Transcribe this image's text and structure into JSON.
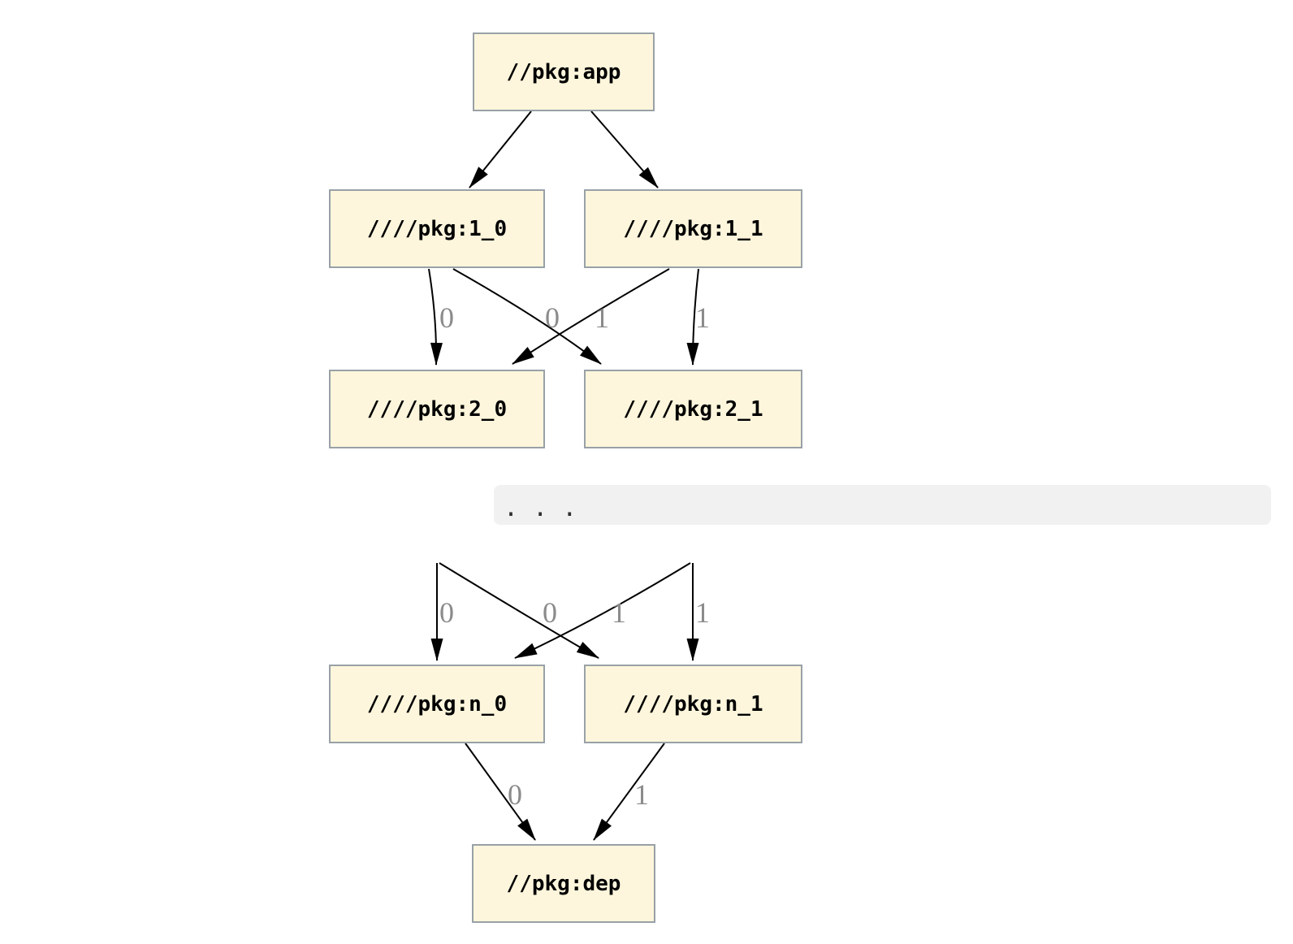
{
  "diagram": {
    "nodes": {
      "app": {
        "label": "//pkg:app"
      },
      "r1_0": {
        "label": "////pkg:1_0"
      },
      "r1_1": {
        "label": "////pkg:1_1"
      },
      "r2_0": {
        "label": "////pkg:2_0"
      },
      "r2_1": {
        "label": "////pkg:2_1"
      },
      "rn_0": {
        "label": "////pkg:n_0"
      },
      "rn_1": {
        "label": "////pkg:n_1"
      },
      "dep": {
        "label": "//pkg:dep"
      }
    },
    "edges": [
      {
        "from": "app",
        "to": "1_0",
        "label": ""
      },
      {
        "from": "app",
        "to": "1_1",
        "label": ""
      },
      {
        "from": "1_0",
        "to": "2_0",
        "label": "0"
      },
      {
        "from": "1_0",
        "to": "2_1",
        "label": "1"
      },
      {
        "from": "1_1",
        "to": "2_0",
        "label": "0"
      },
      {
        "from": "1_1",
        "to": "2_1",
        "label": "1"
      },
      {
        "from": "elided_left",
        "to": "n_0",
        "label": "0"
      },
      {
        "from": "elided_left",
        "to": "n_1",
        "label": "1"
      },
      {
        "from": "elided_right",
        "to": "n_0",
        "label": "0"
      },
      {
        "from": "elided_right",
        "to": "n_1",
        "label": "1"
      },
      {
        "from": "n_0",
        "to": "dep",
        "label": "0"
      },
      {
        "from": "n_1",
        "to": "dep",
        "label": "1"
      }
    ],
    "ellipsis": ". . ."
  },
  "colors": {
    "node_fill": "#fdf6dc",
    "node_border": "#99a1a7",
    "edge": "#000000",
    "edge_label": "#8b8b8b",
    "ellipsis_band_bg": "#f1f1f2",
    "background": "#ffffff"
  }
}
